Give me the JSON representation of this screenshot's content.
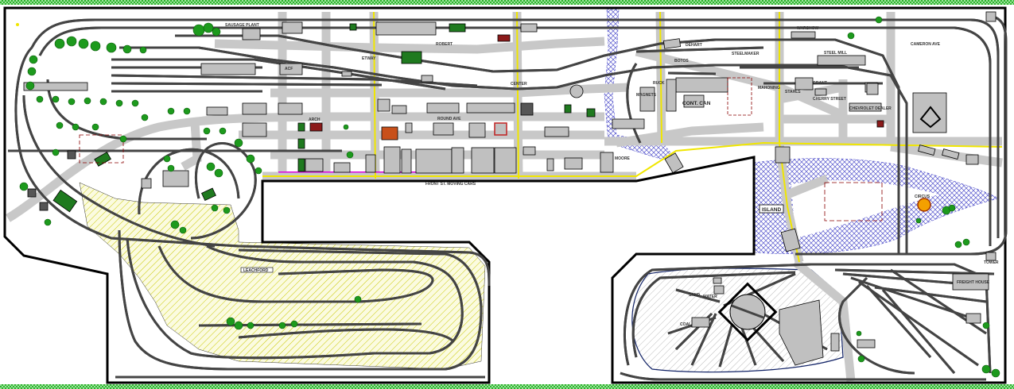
{
  "title": "",
  "colors": {
    "benchwork_edge": "#000000",
    "track": "#444444",
    "road": "#c8c8c8",
    "road_centerline": "#f0e600",
    "building": "#c0c0c0",
    "green_building": "#1f7a1f",
    "trees": "#1d9a1d",
    "water_hatch": "#5555cc",
    "scenery_hatch": "#c8c800",
    "roundhouse_hatch": "#999999",
    "fascia_green": "#2fb32f"
  },
  "labels": {
    "sausage_plant": "SAUSAGE PLANT",
    "acf": "ACF",
    "robert": "ROBERT",
    "etway": "ETWAY",
    "center": "CENTER",
    "warshow": "WARSHOW",
    "dehart": "DEHART",
    "steelmaker": "STEELMAKER",
    "steel_mill": "STEEL MILL",
    "botos": "BOTOS",
    "ruck": "RUCK",
    "magnets": "MAGNETS",
    "cont_can": "CONT. CAN",
    "mahoning": "MAHONING",
    "stahls": "STAHLS",
    "grant": "GRANT",
    "cherry_street": "CHERRY STREET",
    "chevrolet_dealer": "CHEVROLET DEALER",
    "cameron_ave": "CAMERON AVE",
    "arch": "ARCH",
    "round_ave": "ROUND AVE",
    "moore": "MOORE",
    "front_st": "FRONT ST. MOVING CARS",
    "island": "ISLAND",
    "circus": "CIRCUS",
    "leachford": "LEACHFORD",
    "coal": "COAL",
    "water": "WATER",
    "sand": "SAND",
    "tower": "TOWER",
    "freight_house": "FREIGHT HOUSE"
  }
}
